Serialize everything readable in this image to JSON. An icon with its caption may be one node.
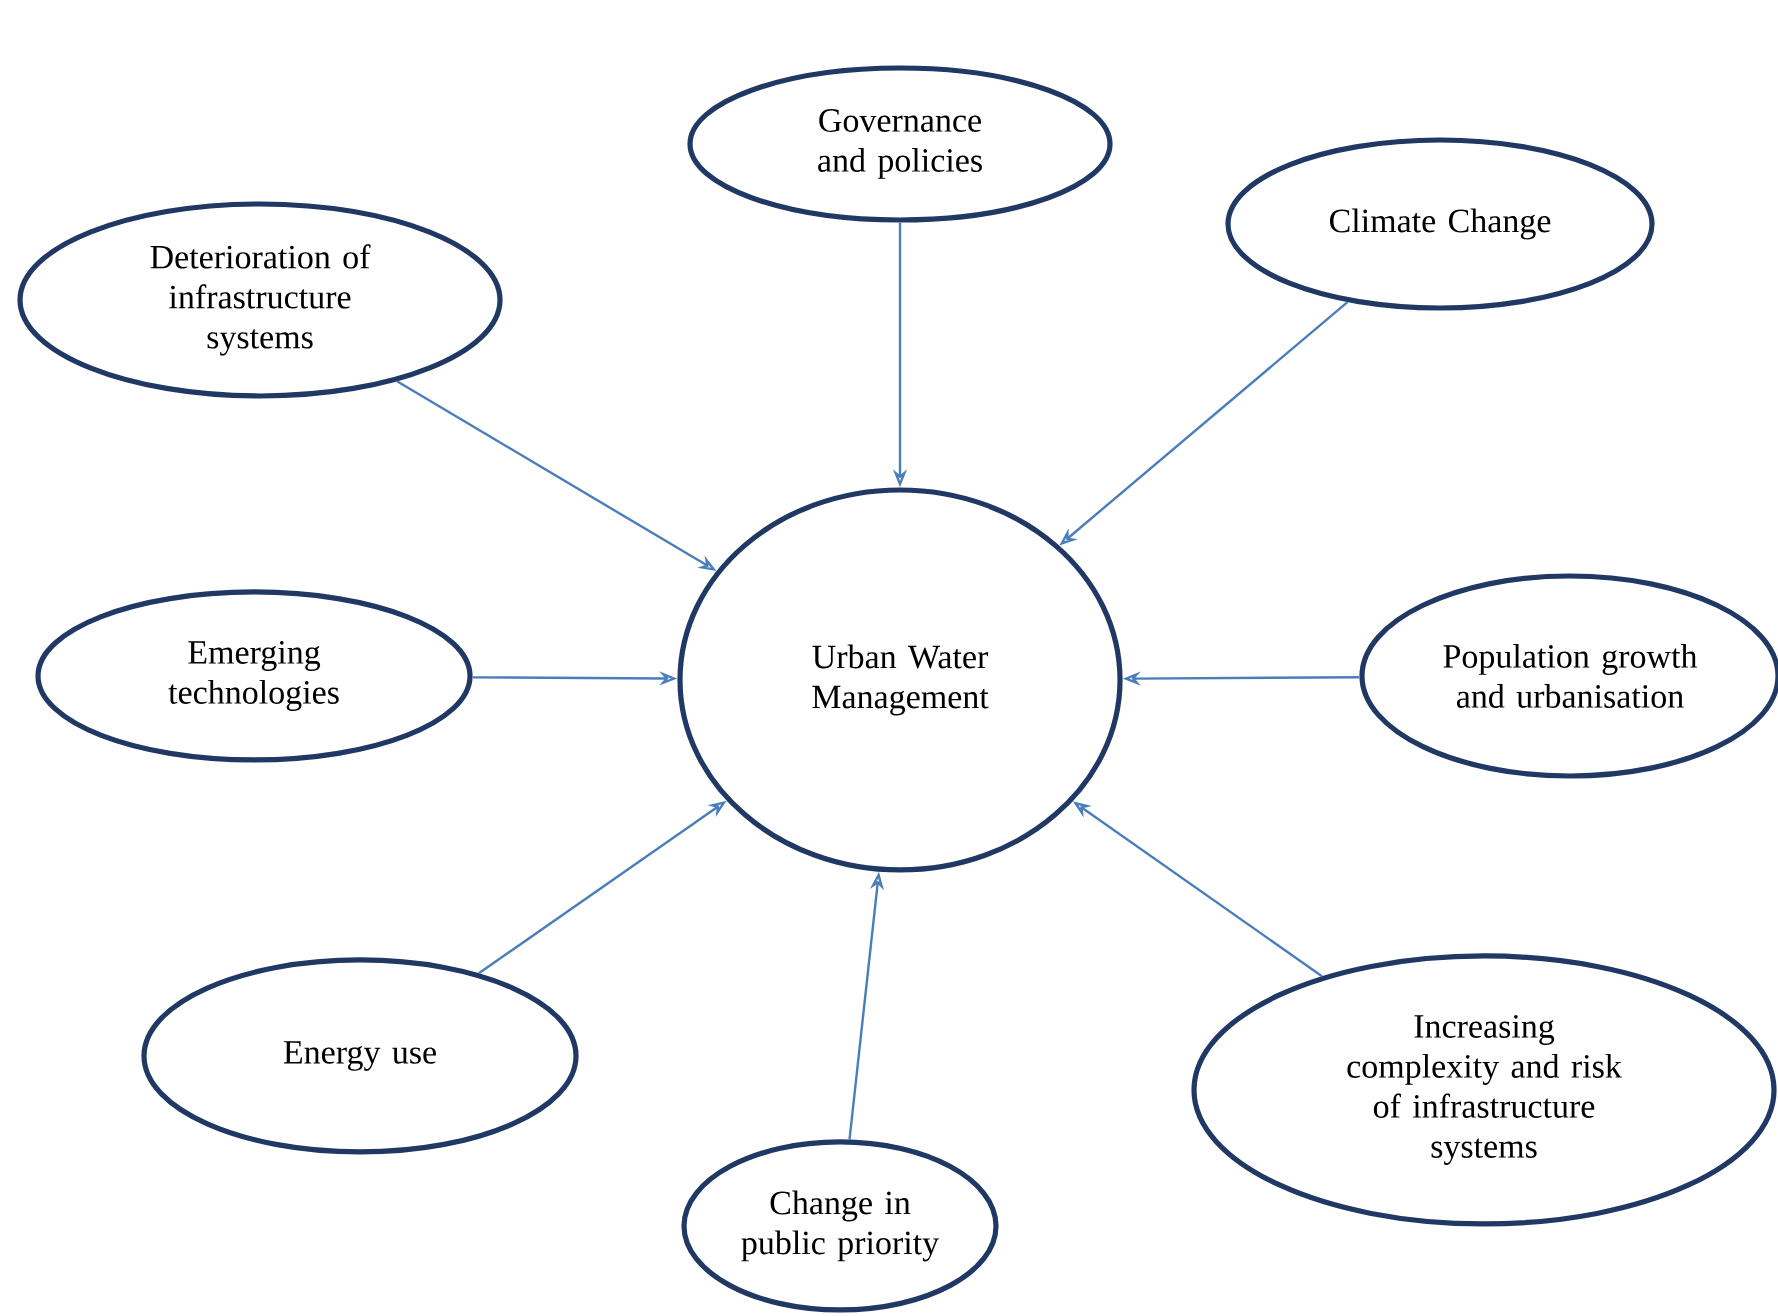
{
  "diagram": {
    "nodes": [
      {
        "text": [
          "Governance and policies"
        ]
      },
      {
        "text": [
          "Climate Change"
        ]
      },
      {
        "text": [
          "Deterioration of infrastructure systems"
        ]
      },
      {
        "text": [
          "Emerging technologies"
        ]
      },
      {
        "text": [
          "Urban Water Management"
        ]
      },
      {
        "text": [
          "Population growth and urbanisation"
        ]
      },
      {
        "text": [
          "Increasing complexity and risk of infrastructure systems"
        ]
      },
      {
        "text": [
          "Energy use"
        ]
      },
      {
        "text": [
          "Change in public priority"
        ]
      }
    ],
    "edges": [
      {
        "from": 0,
        "to": 4,
        "arrow": "to"
      },
      {
        "from": 1,
        "to": 4,
        "arrow": "to"
      },
      {
        "from": 2,
        "to": 4,
        "arrow": "to"
      },
      {
        "from": 3,
        "to": 4,
        "arrow": "to"
      },
      {
        "from": 5,
        "to": 4,
        "arrow": "to"
      },
      {
        "from": 6,
        "to": 4,
        "arrow": "to"
      },
      {
        "from": 7,
        "to": 4,
        "arrow": "to"
      },
      {
        "from": 8,
        "to": 4,
        "arrow": "to"
      }
    ]
  }
}
